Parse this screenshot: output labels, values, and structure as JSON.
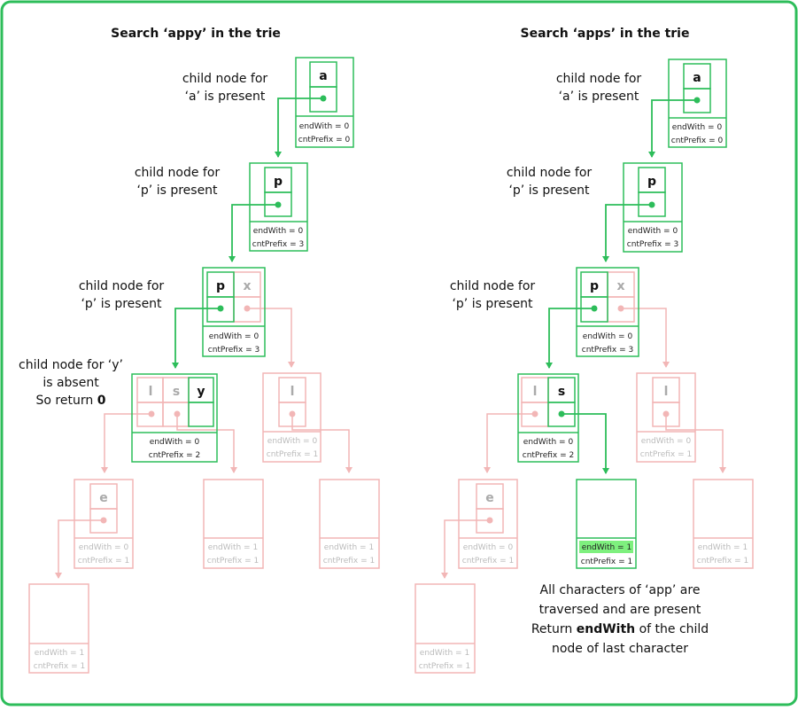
{
  "left": {
    "title": "Search ‘appy’ in the trie",
    "note1": [
      "child node for",
      "‘a’ is present"
    ],
    "note2": [
      "child node for",
      "‘p’ is present"
    ],
    "note3": [
      "child node for",
      "‘p’ is present"
    ],
    "note4": [
      "child node for ‘y’",
      "is absent",
      "So return ",
      "0"
    ],
    "node_a": {
      "char": "a",
      "endWith": "endWith = 0",
      "cntPrefix": "cntPrefix = 0"
    },
    "node_p1": {
      "char": "p",
      "endWith": "endWith = 0",
      "cntPrefix": "cntPrefix = 3"
    },
    "node_p2": {
      "chars": [
        "p",
        "x"
      ],
      "endWith": "endWith = 0",
      "cntPrefix": "cntPrefix = 3"
    },
    "node_lsy": {
      "chars": [
        "l",
        "s",
        "y"
      ],
      "endWith": "endWith = 0",
      "cntPrefix": "cntPrefix = 2"
    },
    "node_l_right": {
      "char": "l",
      "endWith": "endWith = 0",
      "cntPrefix": "cntPrefix = 1"
    },
    "node_e": {
      "char": "e",
      "endWith": "endWith = 0",
      "cntPrefix": "cntPrefix = 1"
    },
    "leaf_s": {
      "endWith": "endWith = 1",
      "cntPrefix": "cntPrefix = 1"
    },
    "leaf_l": {
      "endWith": "endWith = 1",
      "cntPrefix": "cntPrefix = 1"
    },
    "leaf_e": {
      "endWith": "endWith = 1",
      "cntPrefix": "cntPrefix = 1"
    }
  },
  "right": {
    "title": "Search ‘apps’ in the trie",
    "note1": [
      "child node for",
      "‘a’ is present"
    ],
    "note2": [
      "child node for",
      "‘p’ is present"
    ],
    "note3": [
      "child node for",
      "‘p’ is present"
    ],
    "note4": [
      "All characters of ‘app’ are",
      "traversed and are present",
      "Return ",
      "endWith",
      " of the child",
      "node of last character"
    ],
    "node_a": {
      "char": "a",
      "endWith": "endWith = 0",
      "cntPrefix": "cntPrefix = 0"
    },
    "node_p1": {
      "char": "p",
      "endWith": "endWith = 0",
      "cntPrefix": "cntPrefix = 3"
    },
    "node_p2": {
      "chars": [
        "p",
        "x"
      ],
      "endWith": "endWith = 0",
      "cntPrefix": "cntPrefix = 3"
    },
    "node_ls": {
      "chars": [
        "l",
        "s"
      ],
      "endWith": "endWith = 0",
      "cntPrefix": "cntPrefix = 2"
    },
    "node_l_right": {
      "char": "l",
      "endWith": "endWith = 0",
      "cntPrefix": "cntPrefix = 1"
    },
    "node_e": {
      "char": "e",
      "endWith": "endWith = 0",
      "cntPrefix": "cntPrefix = 1"
    },
    "leaf_s": {
      "endWith": "endWith = 1",
      "cntPrefix": "cntPrefix = 1"
    },
    "leaf_l": {
      "endWith": "endWith = 1",
      "cntPrefix": "cntPrefix = 1"
    },
    "leaf_e": {
      "endWith": "endWith = 1",
      "cntPrefix": "cntPrefix = 1"
    }
  },
  "colors": {
    "active": "#2dbd5a",
    "faded": "#f2b6b6",
    "highlight": "#7ef07e",
    "border": "#2dbd5a"
  }
}
